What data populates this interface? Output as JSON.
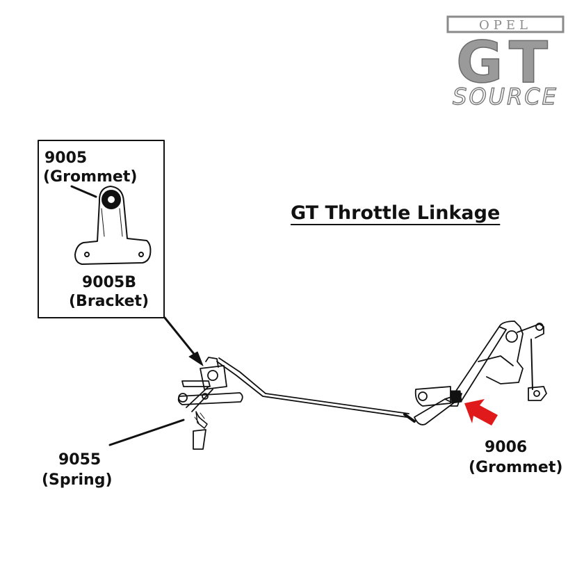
{
  "title": "GT Throttle Linkage",
  "logo": {
    "brand": "OPEL",
    "model": "GT",
    "source": "SOURCE"
  },
  "parts": {
    "grommet_9005": {
      "number": "9005",
      "name": "(Grommet)"
    },
    "bracket_9005b": {
      "number": "9005B",
      "name": "(Bracket)"
    },
    "spring_9055": {
      "number": "9055",
      "name": "(Spring)"
    },
    "grommet_9006": {
      "number": "9006",
      "name": "(Grommet)"
    }
  },
  "colors": {
    "ink": "#111111",
    "arrow": "#e0191b",
    "logo_gray": "#8a8a8a"
  }
}
